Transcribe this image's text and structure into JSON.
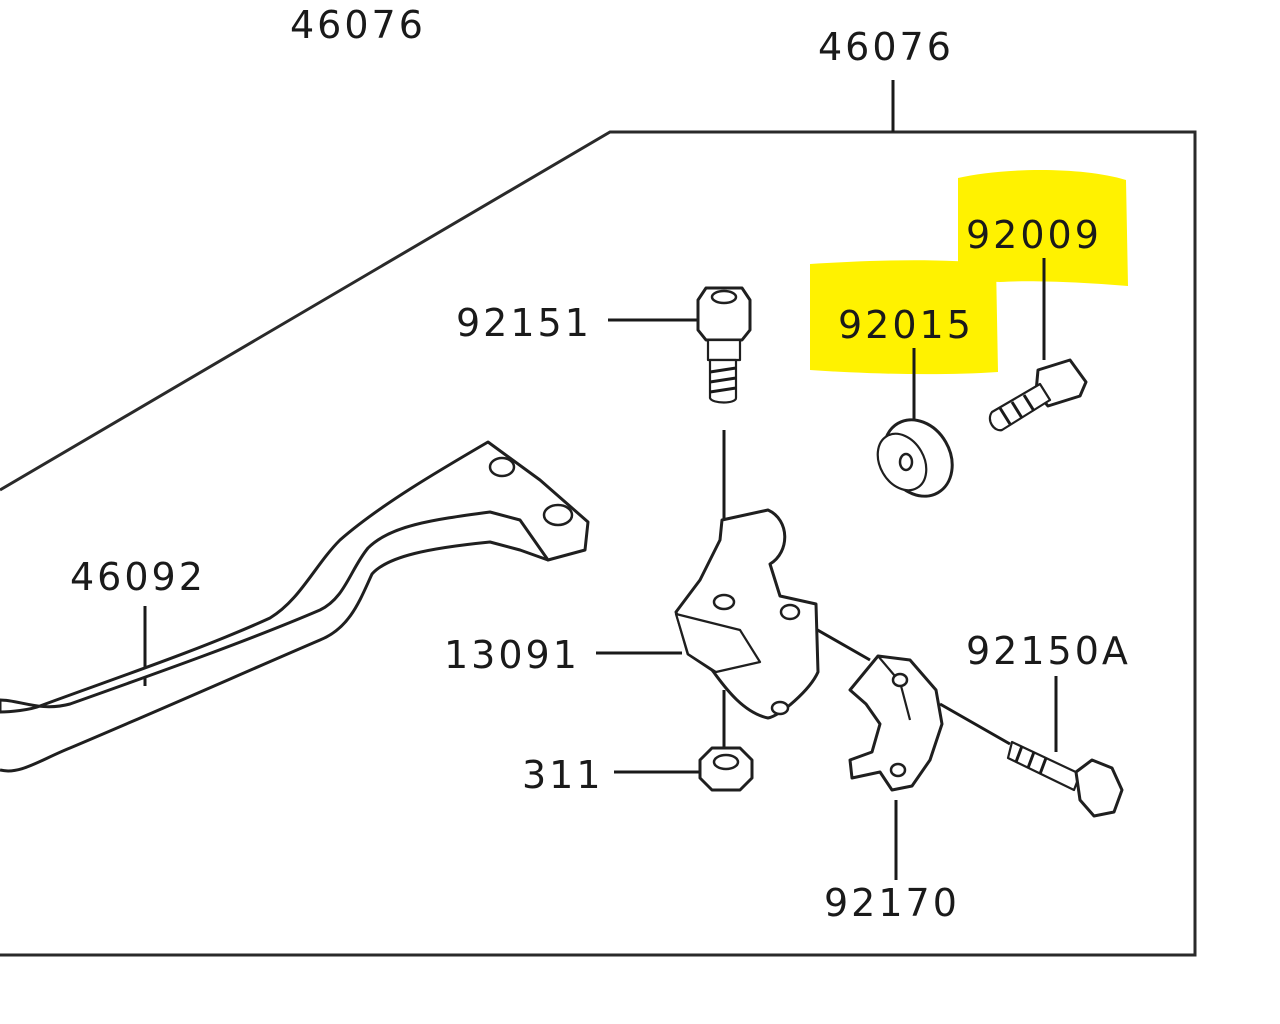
{
  "colors": {
    "highlight": "#fff200",
    "line": "#1a1a1a",
    "background": "#ffffff"
  },
  "labels": {
    "top_partial": "46076",
    "assembly": "46076",
    "adjuster_bolt": "92009",
    "adjuster_nut": "92015",
    "pivot_bolt": "92151",
    "lever": "46092",
    "holder": "13091",
    "nut": "311",
    "clamp_bolt": "92150A",
    "clamp": "92170"
  },
  "highlighted_parts": [
    "92009",
    "92015"
  ]
}
